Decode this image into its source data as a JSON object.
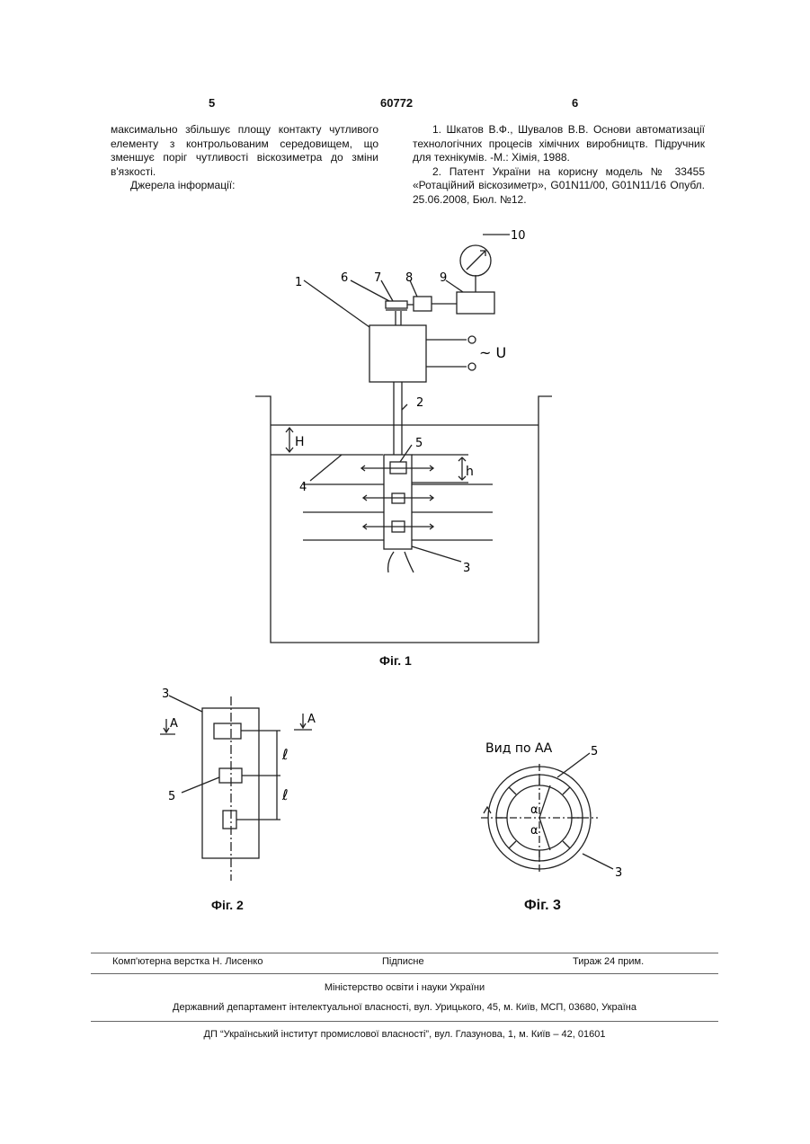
{
  "header": {
    "page_left": "5",
    "patent_no": "60772",
    "page_right": "6"
  },
  "left_col": {
    "para1": "максимально збільшує площу контакту чутливого елементу з контрольованим середовищем, що зменшує поріг чутливості віскозиметра до зміни в'язкості.",
    "sources_heading": "Джерела інформації:"
  },
  "right_col": {
    "ref1": "1. Шкатов В.Ф., Шувалов В.В. Основи автоматизації технологічних процесів хімічних виробництв. Підручник для технікумів. -М.: Хімія, 1988.",
    "ref2": "2. Патент України на корисну модель № 33455 «Ротаційний віскозиметр», G01N11/00, G01N11/16 Опубл. 25.06.2008, Бюл. №12."
  },
  "fig1": {
    "caption": "Фіг. 1",
    "labels": {
      "l1": "1",
      "l2": "2",
      "l3": "3",
      "l4": "4",
      "l5": "5",
      "l6": "6",
      "l7": "7",
      "l8": "8",
      "l9": "9",
      "l10": "10",
      "H": "H",
      "h": "h",
      "U": "~ U"
    }
  },
  "fig2": {
    "caption": "Фіг. 2",
    "labels": {
      "l3": "3",
      "l5": "5",
      "A_left": "A",
      "A_right": "A",
      "ell1": "ℓ",
      "ell2": "ℓ"
    }
  },
  "fig3": {
    "caption": "Фіг. 3",
    "title": "Вид по АА",
    "labels": {
      "l5": "5",
      "l3": "3",
      "alpha1": "α",
      "alpha2": "α"
    }
  },
  "footer": {
    "typesetting": "Комп'ютерна верстка Н. Лисенко",
    "signed": "Підписне",
    "circulation": "Тираж 24 прим.",
    "ministry": "Міністерство освіти і науки України",
    "department": "Державний департамент інтелектуальної власності, вул. Урицького, 45, м. Київ, МСП, 03680, Україна",
    "institute": "ДП “Український інститут промислової власності”, вул. Глазунова, 1, м. Київ – 42, 01601"
  }
}
